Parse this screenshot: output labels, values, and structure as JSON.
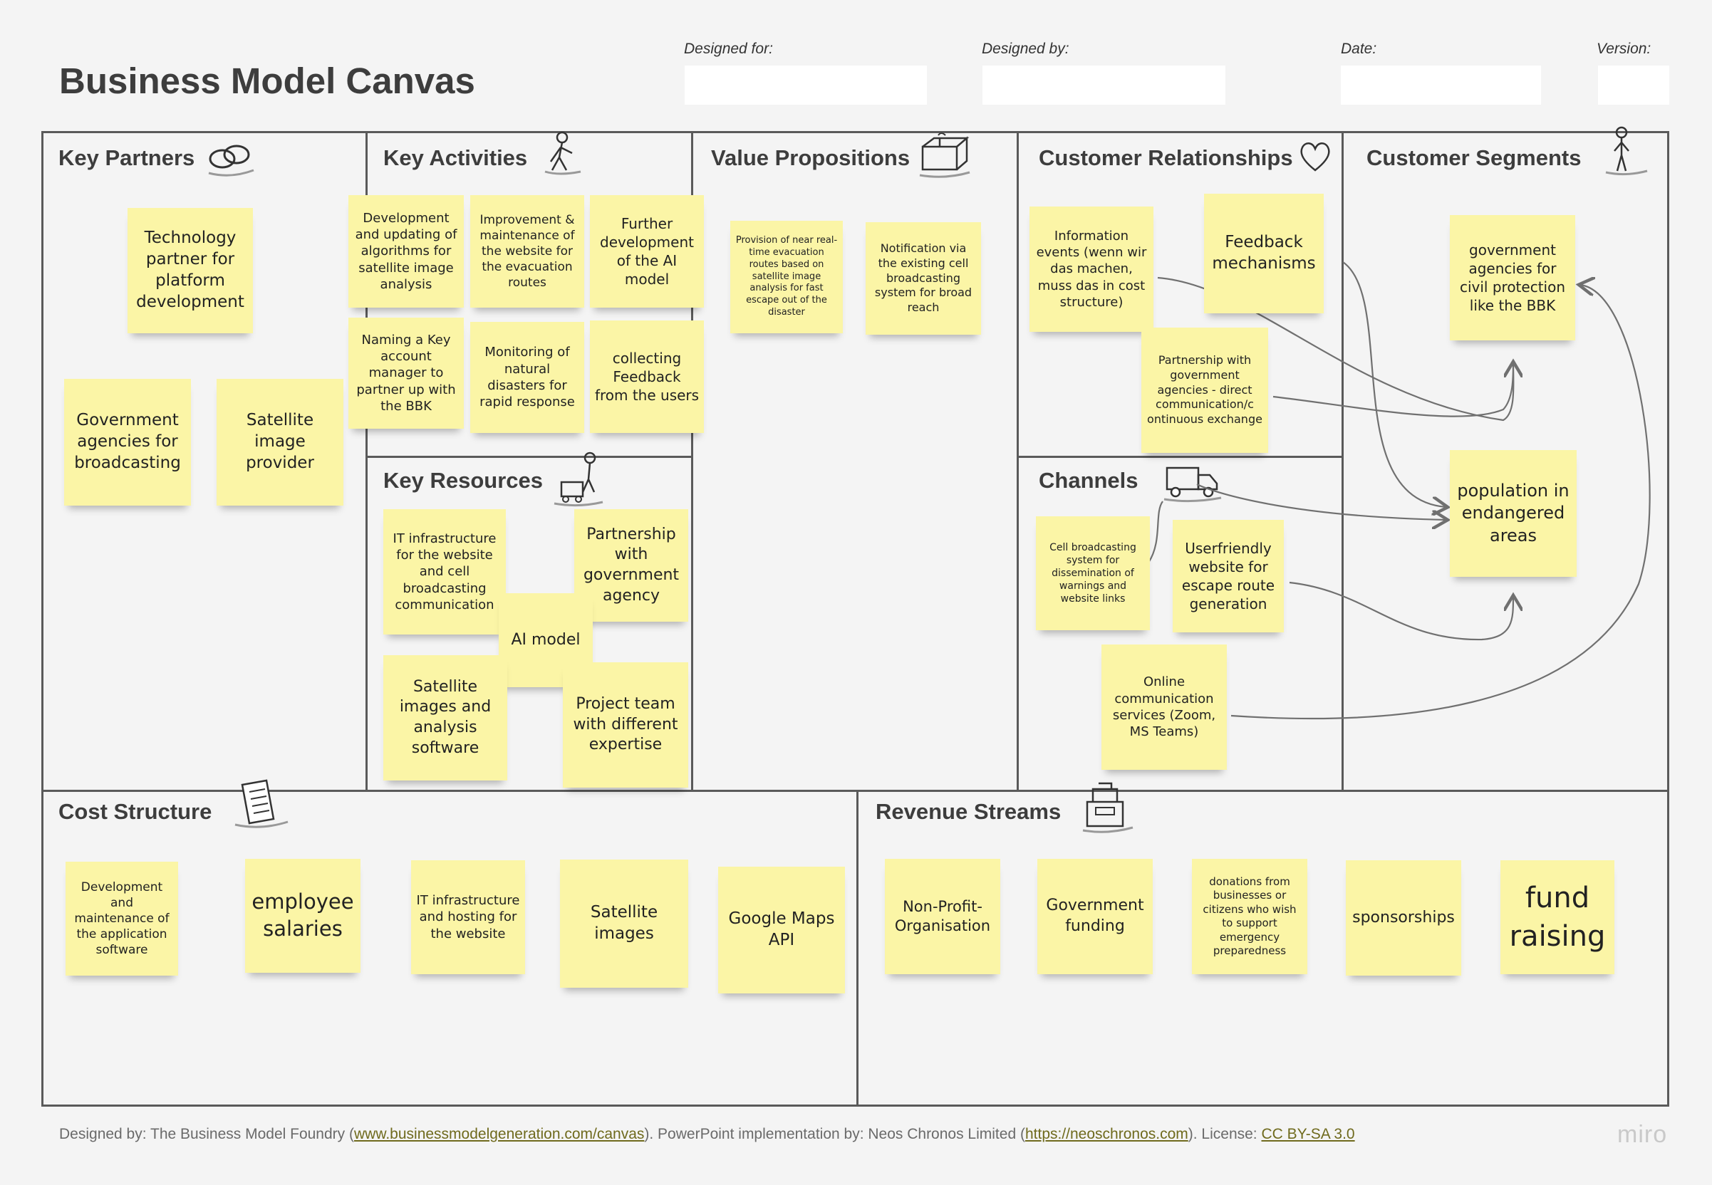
{
  "title": "Business Model Canvas",
  "header": {
    "designed_for": "Designed for:",
    "designed_by": "Designed by:",
    "date": "Date:",
    "version": "Version:"
  },
  "sections": {
    "key_partners": "Key Partners",
    "key_activities": "Key Activities",
    "key_resources": "Key Resources",
    "value_propositions": "Value Propositions",
    "customer_relationships": "Customer Relationships",
    "channels": "Channels",
    "customer_segments": "Customer Segments",
    "cost_structure": "Cost Structure",
    "revenue_streams": "Revenue Streams"
  },
  "notes": {
    "kp_tech": "Technology partner for platform development",
    "kp_gov": "Government agencies for broadcasting",
    "kp_sat": "Satellite image provider",
    "ka_dev": "Development and updating of algorithms for satellite image analysis",
    "ka_improve": "Improvement & maintenance of the website for the evacuation routes",
    "ka_ai": "Further development of the AI model",
    "ka_naming": "Naming a Key account manager to partner up with the BBK",
    "ka_monitor": "Monitoring of natural disasters for rapid response",
    "ka_feedback": "collecting Feedback from the users",
    "kr_it": "IT infrastructure for the website and cell broadcasting communication",
    "kr_partner": "Partnership with government agency",
    "kr_ai": "AI model",
    "kr_sat": "Satellite images and analysis software",
    "kr_team": "Project team with different expertise",
    "vp_routes": "Provision of near real-time evacuation routes based on satellite image analysis for fast escape out of the disaster",
    "vp_notify": "Notification via the existing cell broadcasting system for broad reach",
    "cr_info": "Information events (wenn wir das machen, muss das in cost structure)",
    "cr_feedback": "Feedback mechanisms",
    "cr_partner": "Partnership with government agencies - direct communication/c ontinuous exchange",
    "ch_cell": "Cell broadcasting system for dissemination of warnings and website links",
    "ch_web": "Userfriendly website for escape route generation",
    "ch_online": "Online communication services (Zoom, MS Teams)",
    "cs_gov": "government agencies for civil protection like the BBK",
    "cs_pop": "population in endangered areas",
    "co_dev": "Development and maintenance of the application software",
    "co_salaries": "employee salaries",
    "co_it": "IT infrastructure and hosting for the website",
    "co_sat": "Satellite images",
    "co_maps": "Google Maps API",
    "rs_npo": "Non-Profit-Organisation",
    "rs_gov": "Government funding",
    "rs_donations": "donations from businesses or citizens who wish to support emergency preparedness",
    "rs_sponsor": "sponsorships",
    "rs_fund": "fund raising"
  },
  "footer": {
    "text1": "Designed by: The Business Model Foundry (",
    "link1": "www.businessmodelgeneration.com/canvas",
    "text2": "). PowerPoint implementation by: Neos Chronos Limited (",
    "link2": "https://neoschronos.com",
    "text3": "). License: ",
    "link3": "CC BY-SA 3.0"
  },
  "brand": "miro"
}
